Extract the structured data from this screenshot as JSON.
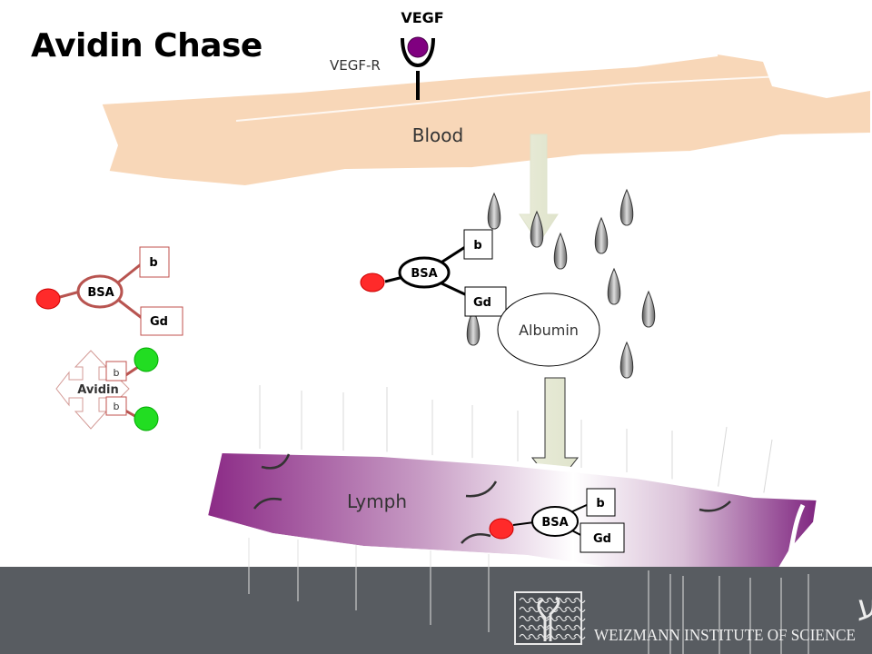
{
  "title": "Avidin Chase",
  "labels": {
    "vegf": "VEGF",
    "vegf_r": "VEGF-R",
    "blood": "Blood",
    "albumin": "Albumin",
    "lymph": "Lymph",
    "bsa": "BSA",
    "b": "b",
    "gd": "Gd",
    "avidin": "Avidin"
  },
  "institution": {
    "hebrew": "מכון ויצמן למדע",
    "english": "WEIZMANN INSTITUTE OF SCIENCE"
  },
  "colors": {
    "blood_vessel": "#f8d7b8",
    "lymph_purple": "#8a2a86",
    "receptor_ligand": "#800080",
    "red_ball": "#ff2a2a",
    "green_ball": "#22dd22",
    "footer": "#585c61"
  }
}
